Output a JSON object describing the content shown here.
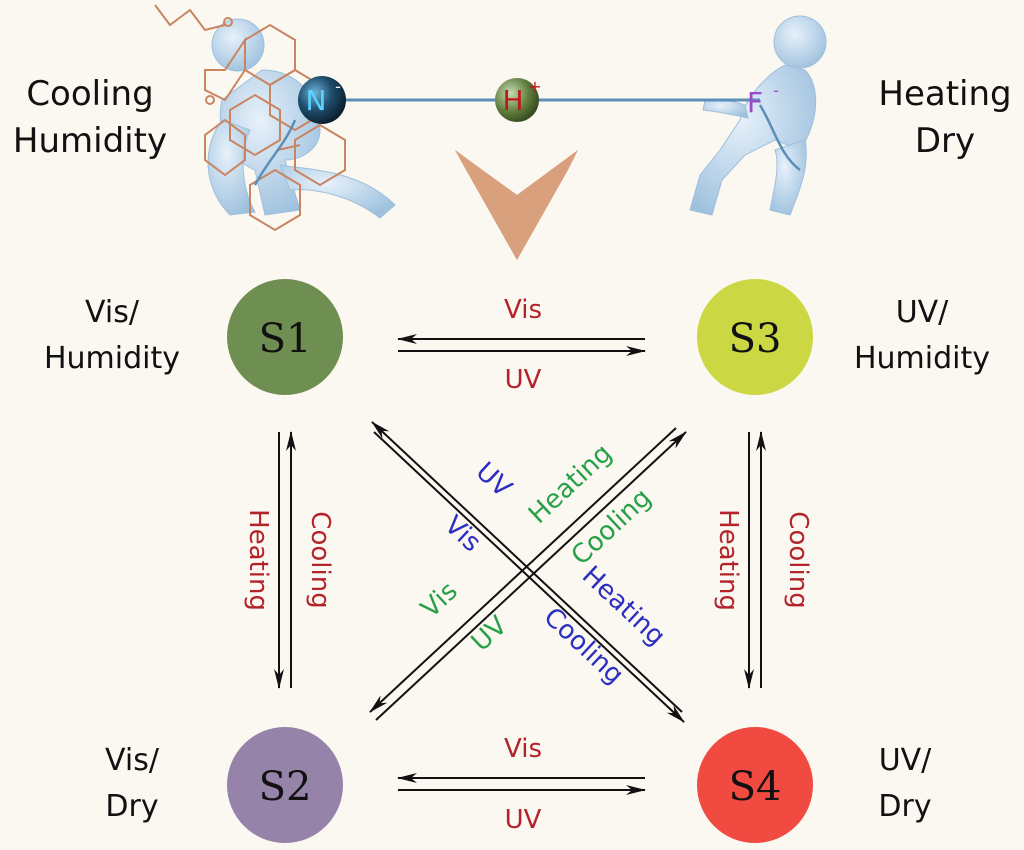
{
  "header": {
    "left_label": [
      "Cooling",
      "Humidity"
    ],
    "right_label": [
      "Heating",
      "Dry"
    ],
    "ion_left": "N",
    "ion_left_charge": "-",
    "ion_center": "H",
    "ion_center_charge": "+",
    "ion_right": "F",
    "ion_right_charge": "-"
  },
  "states": [
    {
      "id": "S1",
      "color": "#6f8f52",
      "condition": [
        "Vis/",
        "Humidity"
      ]
    },
    {
      "id": "S2",
      "color": "#9583a9",
      "condition": [
        "Vis/",
        "Dry"
      ]
    },
    {
      "id": "S3",
      "color": "#cbd743",
      "condition": [
        "UV/",
        "Humidity"
      ]
    },
    {
      "id": "S4",
      "color": "#f14a40",
      "condition": [
        "UV/",
        "Dry"
      ]
    }
  ],
  "transitions": {
    "top_upper": "Vis",
    "top_lower": "UV",
    "bottom_upper": "Vis",
    "bottom_lower": "UV",
    "left_outer": "Heating",
    "left_inner": "Cooling",
    "right_inner": "Heating",
    "right_outer": "Cooling",
    "diag_a_upper": "UV",
    "diag_a_lower": "Vis",
    "diag_a_bottom_upper": "Heating",
    "diag_a_bottom_lower": "Cooling",
    "diag_b_upper": "Heating",
    "diag_b_lower": "Cooling",
    "diag_b_bottom_upper": "Vis",
    "diag_b_bottom_lower": "UV"
  },
  "colors": {
    "red_label": "#b2232a",
    "green_label": "#27a048",
    "blue_label": "#2b2fc0",
    "big_arrow": "#d9a07e",
    "figure": "#b8d3e8",
    "molecule": "#c98562",
    "rope": "#5b8fb8"
  }
}
